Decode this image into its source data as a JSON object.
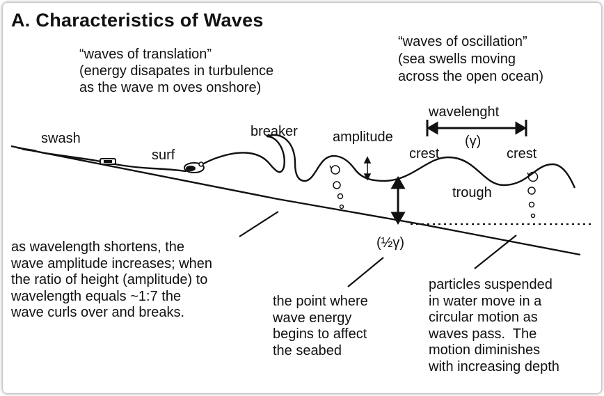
{
  "title": "A. Characteristics of Waves",
  "translation": {
    "heading": "“waves of translation”",
    "lines": [
      "(energy disapates in turbulence",
      "as the wave m oves onshore)"
    ]
  },
  "oscillation": {
    "heading": "“waves of oscillation”",
    "lines": [
      "(sea swells moving",
      "across the open ocean)"
    ]
  },
  "labels": {
    "swash": "swash",
    "surf": "surf",
    "breaker": "breaker",
    "amplitude": "amplitude",
    "wavelength": "wavelenght",
    "wavelength_symbol": "(γ)",
    "crest_1": "crest",
    "crest_2": "crest",
    "trough": "trough",
    "half_wavelength": "(½γ)"
  },
  "notes": {
    "amplitude_note": "as wavelength shortens, the\nwave amplitude increases; when\nthe ratio of height (amplitude) to\nwavelength equals ~1:7 the\nwave curls over and breaks.",
    "seabed_note": "the point where\nwave energy\nbegins to affect\nthe seabed",
    "particles_note": "particles suspended\nin water move in a\ncircular motion as\nwaves pass.  The\nmotion diminishes\nwith increasing depth"
  }
}
